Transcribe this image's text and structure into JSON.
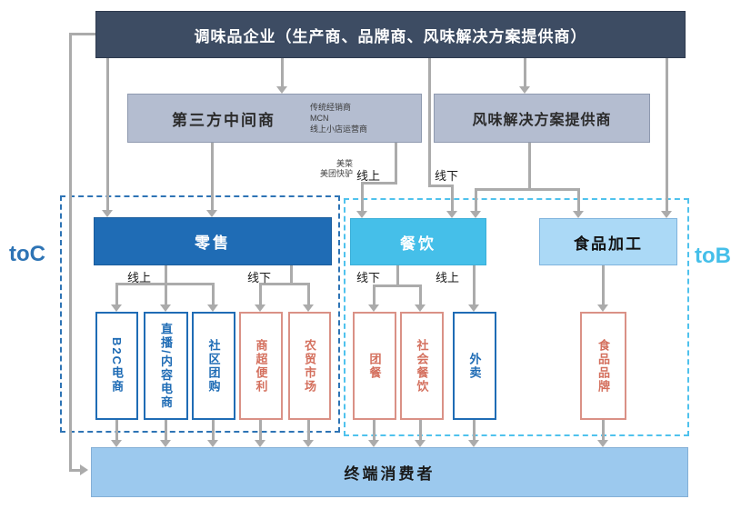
{
  "colors": {
    "navy": "#3D4C63",
    "gray_box": "#B4BDD0",
    "retail_blue": "#1F6CB5",
    "catering_blue": "#45BFE9",
    "processing_blue": "#ABD9F6",
    "consumer_blue": "#9CC9EE",
    "red_accent": "#D4705E",
    "line_gray": "#ABABAB",
    "toc_blue": "#2E74B5",
    "tob_blue": "#4FC2ED"
  },
  "top_box": {
    "label": "调味品企业（生产商、品牌商、风味解决方案提供商）"
  },
  "middleman": {
    "label": "第三方中间商",
    "notes": [
      "传统经销商",
      "MCN",
      "线上小店运营商"
    ]
  },
  "flavor_provider": {
    "label": "风味解决方案提供商"
  },
  "channel_note": {
    "lines": [
      "美菜",
      "美团快驴"
    ]
  },
  "channel_labels": {
    "online_top": "线上",
    "offline_top": "线下"
  },
  "zones": {
    "toc": "toC",
    "tob": "toB"
  },
  "retail": {
    "label": "零售",
    "online": "线上",
    "offline": "线下",
    "children": [
      {
        "label": "B2C电商",
        "type": "blue"
      },
      {
        "label": "直播/内容电商",
        "type": "blue"
      },
      {
        "label": "社区团购",
        "type": "blue"
      },
      {
        "label": "商超便利",
        "type": "red"
      },
      {
        "label": "农贸市场",
        "type": "red"
      }
    ]
  },
  "catering": {
    "label": "餐饮",
    "offline": "线下",
    "online": "线上",
    "children": [
      {
        "label": "团餐",
        "type": "red"
      },
      {
        "label": "社会餐饮",
        "type": "red"
      },
      {
        "label": "外卖",
        "type": "blue"
      }
    ]
  },
  "processing": {
    "label": "食品加工",
    "children": [
      {
        "label": "食品品牌",
        "type": "red"
      }
    ]
  },
  "consumer": {
    "label": "终端消费者"
  }
}
